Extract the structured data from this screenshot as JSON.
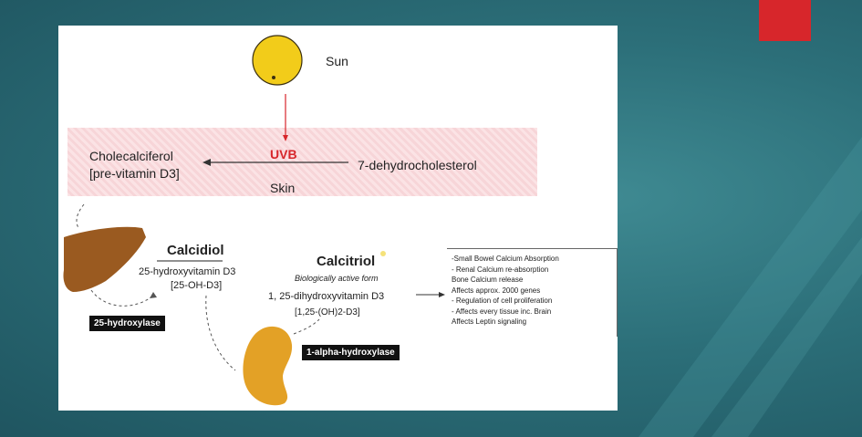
{
  "labels": {
    "sun": "Sun",
    "cholecalciferol_line1": "Cholecalciferol",
    "cholecalciferol_line2": "[pre-vitamin D3]",
    "uvb": "UVB",
    "dehydrocholesterol": "7-dehydrocholesterol",
    "skin": "Skin",
    "calcidiol_title": "Calcidiol",
    "calcidiol_name": "25-hydroxyvitamin D3",
    "calcidiol_abbr": "[25-OH-D3]",
    "calcitriol_title": "Calcitriol",
    "calcitriol_desc": "Biologically active form",
    "calcitriol_name": "1, 25-dihydroxyvitamin D3",
    "calcitriol_abbr": "[1,25-(OH)2-D3]",
    "enzyme_25": "25-hydroxylase",
    "enzyme_1a": "1-alpha-hydroxylase"
  },
  "effects": [
    "-Small Bowel Calcium Absorption",
    "- Renal Calcium re-absorption",
    "  Bone Calcium release",
    "  Affects approx. 2000 genes",
    "- Regulation of cell proliferation",
    "- Affects every tissue inc. Brain",
    "  Affects Leptin signaling"
  ],
  "colors": {
    "accent_red": "#d7262b",
    "sun": "#f2cc1a",
    "liver": "#9a5a20",
    "kidney": "#e3a126",
    "skin_band": "#f9dde0"
  }
}
